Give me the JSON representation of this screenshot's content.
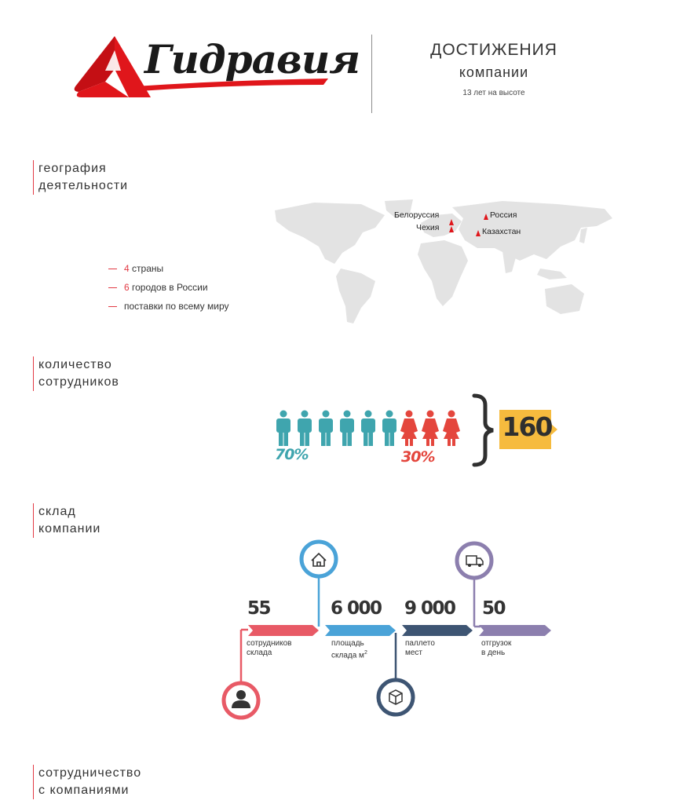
{
  "header": {
    "logo_text": "Гидравия",
    "title": "ДОСТИЖЕНИЯ",
    "subtitle": "компании",
    "note": "13 лет на высоте",
    "brand_color": "#e0161b"
  },
  "sections": {
    "geography": {
      "line1": "география",
      "line2": "деятельности"
    },
    "employees": {
      "line1": "количество",
      "line2": "сотрудников"
    },
    "warehouse": {
      "line1": "склад",
      "line2": "компании"
    },
    "cooperation": {
      "line1": "сотрудничество",
      "line2": "с компаниями"
    }
  },
  "map": {
    "labels": {
      "belarus": "Белоруссия",
      "czech": "Чехия",
      "russia": "Россия",
      "kazakhstan": "Казахстан"
    }
  },
  "geo_list": [
    {
      "highlight": "4",
      "text": " страны"
    },
    {
      "highlight": "6",
      "text": " городов в России"
    },
    {
      "highlight": "",
      "text": "поставки по всему миру"
    }
  ],
  "employees": {
    "male_pct": "70%",
    "female_pct": "30%",
    "total": "160",
    "male_icons": 6,
    "female_icons": 3,
    "colors": {
      "male": "#3fa5ae",
      "female": "#e4463d",
      "total_box": "#f6bb3e"
    }
  },
  "warehouse": {
    "items": [
      {
        "value": "55",
        "caption1": "сотрудников",
        "caption2": "склада",
        "caption_sup": "",
        "icon": "user-icon",
        "color": "#e85a66"
      },
      {
        "value": "6 000",
        "caption1": "площадь",
        "caption2": "склада м",
        "caption_sup": "2",
        "icon": "house-icon",
        "color": "#4aa3d8"
      },
      {
        "value": "9 000",
        "caption1": "паллето",
        "caption2": "мест",
        "caption_sup": "",
        "icon": "box-icon",
        "color": "#3e5573"
      },
      {
        "value": "50",
        "caption1": "отгрузок",
        "caption2": "в день",
        "caption_sup": "",
        "icon": "truck-icon",
        "color": "#8c7fae"
      }
    ]
  }
}
